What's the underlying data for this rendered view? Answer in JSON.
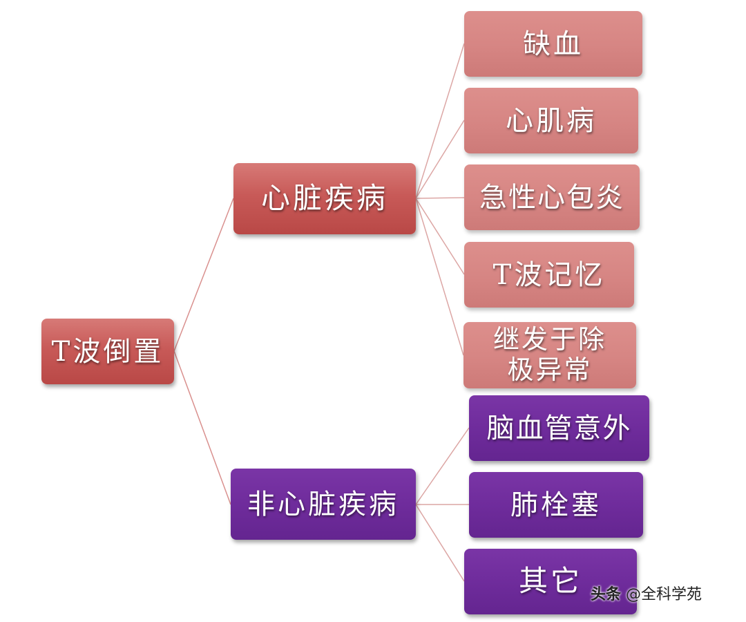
{
  "diagram": {
    "root": {
      "label": "T波倒置"
    },
    "branches": [
      {
        "label": "心脏疾病",
        "children": [
          "缺血",
          "心肌病",
          "急性心包炎",
          "T波记忆",
          "继发于除极异常"
        ]
      },
      {
        "label": "非心脏疾病",
        "children": [
          "脑血管意外",
          "肺栓塞",
          "其它"
        ]
      }
    ],
    "h5_lines": [
      "继发于除",
      "极异常"
    ]
  },
  "colors": {
    "root": "#c85a58",
    "cardiac": "#c85a58",
    "cardiac_children": "#d68583",
    "noncardiac": "#6f2c9c",
    "noncardiac_children": "#6f2c9c",
    "connector_red": "#d9908e",
    "connector_pink": "#dca6a4"
  },
  "watermark": {
    "brand": "头条",
    "account": "@全科学苑"
  }
}
